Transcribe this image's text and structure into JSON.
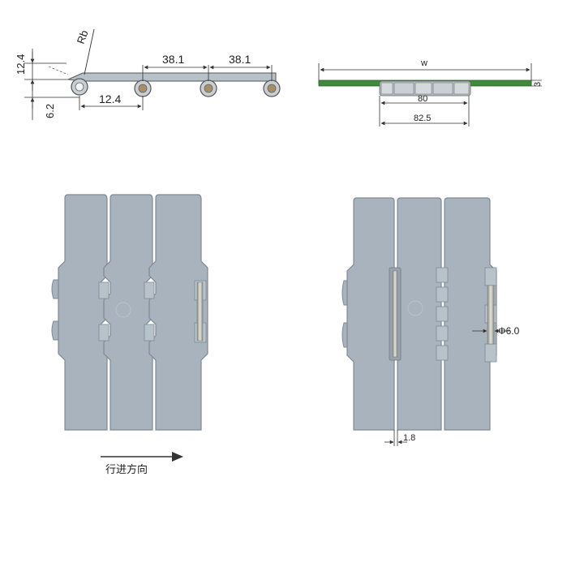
{
  "side_view": {
    "dim_12_4_vertical": "12.4",
    "dim_6_2": "6.2",
    "dim_rb": "Rb",
    "dim_pitch_1": "38.1",
    "dim_pitch_2": "38.1",
    "dim_12_4_horizontal": "12.4"
  },
  "end_view": {
    "dim_w": "w",
    "dim_80": "80",
    "dim_82_5": "82.5",
    "dim_3": "3"
  },
  "bottom_view": {
    "direction_label": "行进方向"
  },
  "top_view": {
    "dim_pin_diameter": "Φ6.0",
    "dim_gap": "1.8"
  },
  "colors": {
    "plate": "#a8b3bd",
    "plate_edge": "#7f8a94",
    "belt_green": "#3f8a3a",
    "line": "#333333"
  }
}
